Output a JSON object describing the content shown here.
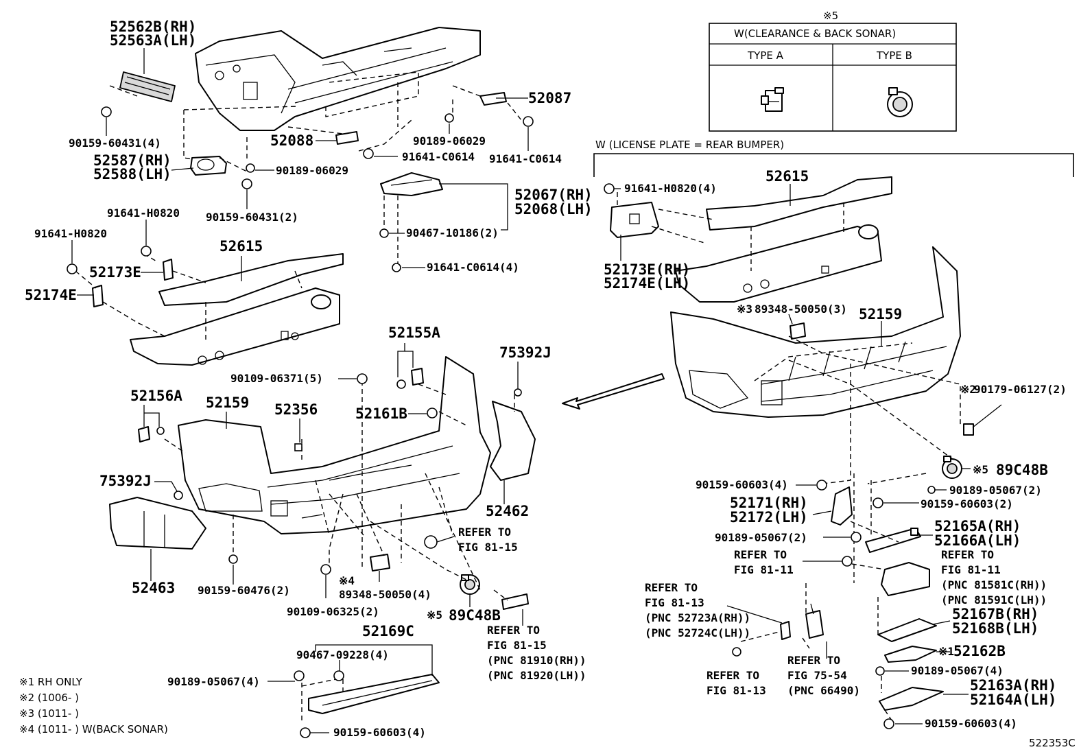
{
  "drawing_id": "522353C",
  "notes": [
    "※1 RH ONLY",
    "※2 (1006-     )",
    "※3 (1011-     )",
    "※4 (1011-     ) W(BACK SONAR)"
  ],
  "table": {
    "mark": "※5",
    "title": "W(CLEARANCE & BACK SONAR)",
    "col_a": "TYPE A",
    "col_b": "TYPE B"
  },
  "license_note": "W (LICENSE PLATE = REAR BUMPER)",
  "labels": [
    {
      "id": "l01",
      "text": "52562B(RH)"
    },
    {
      "id": "l02",
      "text": "52563A(LH)"
    },
    {
      "id": "l03",
      "text": "52087"
    },
    {
      "id": "l04",
      "text": "90189-06029"
    },
    {
      "id": "l05",
      "text": "91641-C0614"
    },
    {
      "id": "l06",
      "text": "90159-60431(4)"
    },
    {
      "id": "l07",
      "text": "52088"
    },
    {
      "id": "l08",
      "text": "91641-C0614"
    },
    {
      "id": "l09",
      "text": "52587(RH)"
    },
    {
      "id": "l10",
      "text": "52588(LH)"
    },
    {
      "id": "l11",
      "text": "90189-06029"
    },
    {
      "id": "l12",
      "text": "52067(RH)"
    },
    {
      "id": "l13",
      "text": "52068(LH)"
    },
    {
      "id": "l14",
      "text": "90159-60431(2)"
    },
    {
      "id": "l15",
      "text": "91641-H0820"
    },
    {
      "id": "l16",
      "text": "90467-10186(2)"
    },
    {
      "id": "l17",
      "text": "91641-H0820"
    },
    {
      "id": "l18",
      "text": "52615"
    },
    {
      "id": "l19",
      "text": "52173E"
    },
    {
      "id": "l20",
      "text": "91641-C0614(4)"
    },
    {
      "id": "l21",
      "text": "52174E"
    },
    {
      "id": "l22",
      "text": "52155A"
    },
    {
      "id": "l23",
      "text": "75392J"
    },
    {
      "id": "l24",
      "text": "90109-06371(5)"
    },
    {
      "id": "l25",
      "text": "52156A"
    },
    {
      "id": "l26",
      "text": "52159"
    },
    {
      "id": "l27",
      "text": "52356"
    },
    {
      "id": "l28",
      "text": "52161B"
    },
    {
      "id": "l29",
      "text": "75392J"
    },
    {
      "id": "l30",
      "text": "52462"
    },
    {
      "id": "l31",
      "text": "REFER TO"
    },
    {
      "id": "l32",
      "text": "FIG 81-15"
    },
    {
      "id": "l33",
      "text": "52463"
    },
    {
      "id": "l34",
      "text": "90159-60476(2)"
    },
    {
      "id": "l35",
      "text": "※4"
    },
    {
      "id": "l36",
      "text": "89348-50050(4)"
    },
    {
      "id": "l37",
      "text": "90109-06325(2)"
    },
    {
      "id": "l38",
      "text": "※5"
    },
    {
      "id": "l39",
      "text": "89C48B"
    },
    {
      "id": "l40",
      "text": "REFER TO"
    },
    {
      "id": "l41",
      "text": "FIG 81-15"
    },
    {
      "id": "l42",
      "text": "(PNC 81910(RH))"
    },
    {
      "id": "l43",
      "text": "(PNC 81920(LH))"
    },
    {
      "id": "l44",
      "text": "52169C"
    },
    {
      "id": "l45",
      "text": "90467-09228(4)"
    },
    {
      "id": "l46",
      "text": "90189-05067(4)"
    },
    {
      "id": "l47",
      "text": "90159-60603(4)"
    },
    {
      "id": "l48",
      "text": "91641-H0820(4)"
    },
    {
      "id": "l49",
      "text": "52615"
    },
    {
      "id": "l50",
      "text": "52173E(RH)"
    },
    {
      "id": "l51",
      "text": "52174E(LH)"
    },
    {
      "id": "l52",
      "text": "※3"
    },
    {
      "id": "l53",
      "text": "89348-50050(3)"
    },
    {
      "id": "l54",
      "text": "52159"
    },
    {
      "id": "l55",
      "text": "※2"
    },
    {
      "id": "l56",
      "text": "90179-06127(2)"
    },
    {
      "id": "l57",
      "text": "※5"
    },
    {
      "id": "l58",
      "text": "89C48B"
    },
    {
      "id": "l59",
      "text": "90159-60603(4)"
    },
    {
      "id": "l60",
      "text": "90189-05067(2)"
    },
    {
      "id": "l61",
      "text": "52171(RH)"
    },
    {
      "id": "l62",
      "text": "52172(LH)"
    },
    {
      "id": "l63",
      "text": "90159-60603(2)"
    },
    {
      "id": "l64",
      "text": "52165A(RH)"
    },
    {
      "id": "l65",
      "text": "52166A(LH)"
    },
    {
      "id": "l66",
      "text": "90189-05067(2)"
    },
    {
      "id": "l67",
      "text": "REFER TO"
    },
    {
      "id": "l68",
      "text": "FIG 81-11"
    },
    {
      "id": "l69",
      "text": "REFER TO"
    },
    {
      "id": "l70",
      "text": "FIG 81-11"
    },
    {
      "id": "l71",
      "text": "(PNC 81581C(RH))"
    },
    {
      "id": "l72",
      "text": "(PNC 81591C(LH))"
    },
    {
      "id": "l73",
      "text": "REFER TO"
    },
    {
      "id": "l74",
      "text": "FIG 81-13"
    },
    {
      "id": "l75",
      "text": "(PNC 52723A(RH))"
    },
    {
      "id": "l76",
      "text": "(PNC 52724C(LH))"
    },
    {
      "id": "l77",
      "text": "52167B(RH)"
    },
    {
      "id": "l78",
      "text": "52168B(LH)"
    },
    {
      "id": "l79",
      "text": "※1"
    },
    {
      "id": "l80",
      "text": "52162B"
    },
    {
      "id": "l81",
      "text": "REFER TO"
    },
    {
      "id": "l82",
      "text": "FIG 81-13"
    },
    {
      "id": "l83",
      "text": "REFER TO"
    },
    {
      "id": "l84",
      "text": "FIG 75-54"
    },
    {
      "id": "l85",
      "text": "(PNC 66490)"
    },
    {
      "id": "l86",
      "text": "90189-05067(4)"
    },
    {
      "id": "l87",
      "text": "52163A(RH)"
    },
    {
      "id": "l88",
      "text": "52164A(LH)"
    },
    {
      "id": "l89",
      "text": "90159-60603(4)"
    }
  ]
}
